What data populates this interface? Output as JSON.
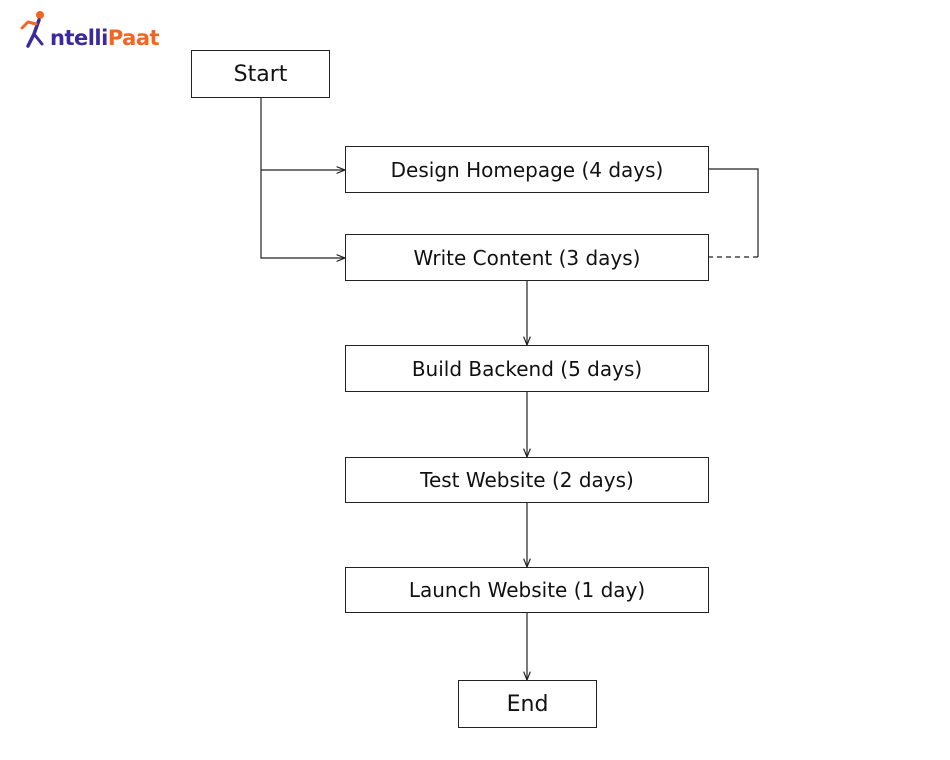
{
  "brand": {
    "name_part1": "ntelli",
    "name_part2": "Paat",
    "colors": {
      "primary": "#3b2a9e",
      "accent": "#f26522"
    }
  },
  "diagram": {
    "nodes": {
      "start": "Start",
      "design": "Design Homepage (4 days)",
      "write": "Write Content (3 days)",
      "build": "Build Backend (5 days)",
      "test": "Test Website (2 days)",
      "launch": "Launch Website (1 day)",
      "end": "End"
    },
    "edges": [
      {
        "from": "start",
        "to": "design",
        "style": "solid"
      },
      {
        "from": "start",
        "to": "write",
        "style": "solid"
      },
      {
        "from": "design",
        "to": "write",
        "style": "dashed"
      },
      {
        "from": "write",
        "to": "build",
        "style": "solid"
      },
      {
        "from": "build",
        "to": "test",
        "style": "solid"
      },
      {
        "from": "test",
        "to": "launch",
        "style": "solid"
      },
      {
        "from": "launch",
        "to": "end",
        "style": "solid"
      }
    ]
  }
}
